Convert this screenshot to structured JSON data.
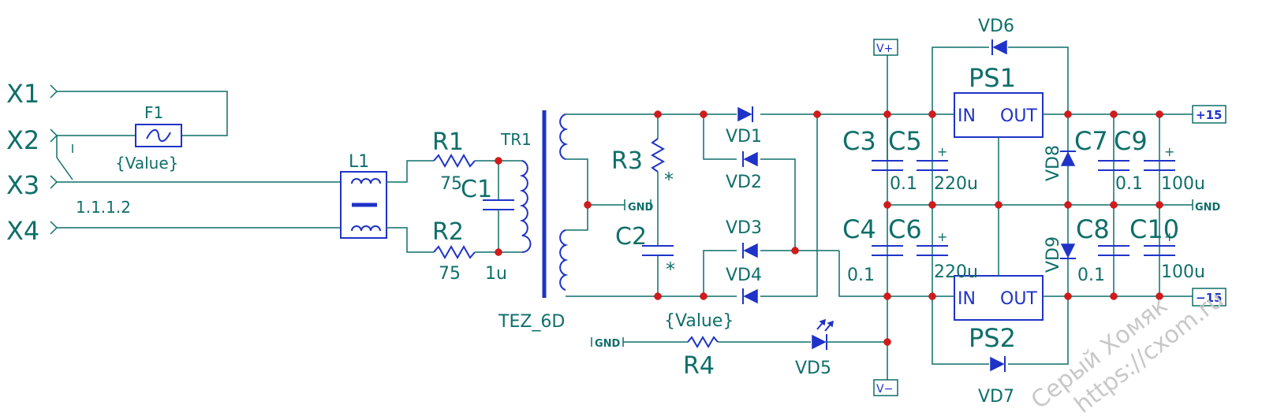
{
  "terminals": [
    {
      "id": "x1",
      "label": "X1"
    },
    {
      "id": "x2",
      "label": "X2"
    },
    {
      "id": "x3",
      "label": "X3"
    },
    {
      "id": "x4",
      "label": "X4"
    }
  ],
  "switch_label": "1.1.1.2",
  "fuse": {
    "ref": "F1",
    "value": "{Value}"
  },
  "choke": {
    "ref": "L1"
  },
  "resistors": {
    "r1": {
      "ref": "R1",
      "value": "75"
    },
    "r2": {
      "ref": "R2",
      "value": "75"
    },
    "r3": {
      "ref": "R3"
    },
    "r4": {
      "ref": "R4",
      "value": "{Value}"
    }
  },
  "transformer": {
    "ref": "TR1",
    "model": "TEZ_6D"
  },
  "capacitors": {
    "c1": {
      "ref": "C1",
      "value": "1u"
    },
    "c2": {
      "ref": "C2"
    },
    "c3": {
      "ref": "C3"
    },
    "c4": {
      "ref": "C4"
    },
    "c5": {
      "ref": "C5",
      "value": "220u"
    },
    "c6": {
      "ref": "C6",
      "value": "220u"
    },
    "c7": {
      "ref": "C7"
    },
    "c8": {
      "ref": "C8"
    },
    "c9": {
      "ref": "C9",
      "value": "100u"
    },
    "c10": {
      "ref": "C10",
      "value": "100u"
    },
    "c3_value": "0.1",
    "c4_value": "0.1",
    "c7_value": "0.1",
    "c8_value": "0.1"
  },
  "star_mark": "*",
  "plus_mark": "+",
  "diodes": [
    "VD1",
    "VD2",
    "VD3",
    "VD4",
    "VD5",
    "VD6",
    "VD7",
    "VD8",
    "VD9"
  ],
  "regulators": {
    "ps1": {
      "ref": "PS1",
      "in": "IN",
      "out": "OUT"
    },
    "ps2": {
      "ref": "PS2",
      "in": "IN",
      "out": "OUT"
    }
  },
  "ports": {
    "gnd": "GND",
    "v_plus": "V+",
    "v_minus": "V−",
    "plus15": "+15",
    "minus15": "−15"
  },
  "watermark": {
    "line1": "Серый Хомяк",
    "line2": "https://cxom.ru"
  },
  "colors": {
    "wire": "#0f6f6a",
    "component": "#1f33c8",
    "junction": "#d41a1a",
    "label": "#0f6f6a"
  }
}
